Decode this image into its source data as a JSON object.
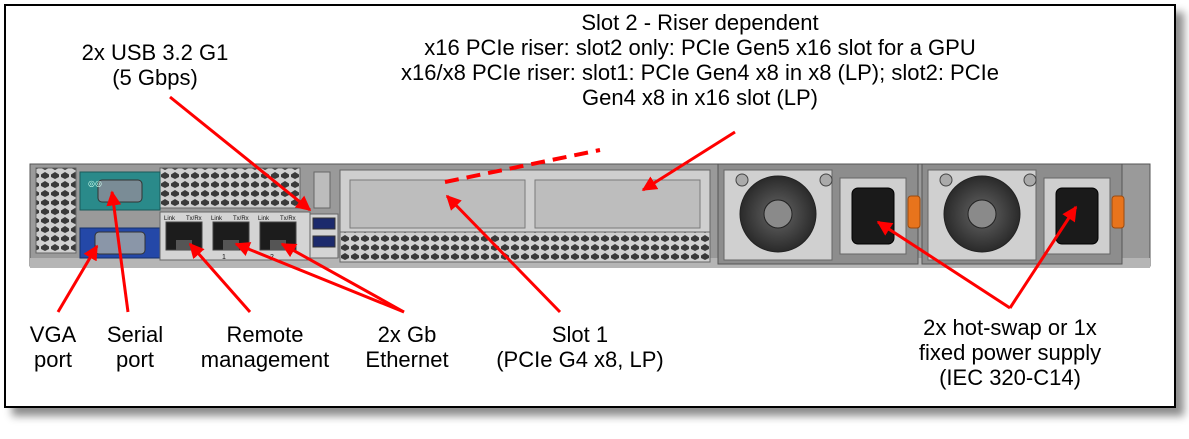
{
  "labels": {
    "slot2_title": "Slot 2 - Riser dependent",
    "slot2_line1": "x16 PCIe riser: slot2 only: PCIe Gen5 x16 slot for a GPU",
    "slot2_line2": "x16/x8 PCIe riser: slot1: PCIe Gen4 x8 in x8 (LP); slot2: PCIe",
    "slot2_line3": "Gen4 x8 in x16 slot (LP)",
    "usb_line1": "2x USB 3.2 G1",
    "usb_line2": "(5 Gbps)",
    "vga_line1": "VGA",
    "vga_line2": "port",
    "serial_line1": "Serial",
    "serial_line2": "port",
    "remote_line1": "Remote",
    "remote_line2": "management",
    "eth_line1": "2x Gb",
    "eth_line2": "Ethernet",
    "slot1_line1": "Slot 1",
    "slot1_line2": "(PCIe G4 x8,  LP)",
    "psu_line1": "2x hot-swap or 1x",
    "psu_line2": "fixed power supply",
    "psu_line3": "(IEC 320-C14)"
  },
  "port_markings": {
    "link": "Link",
    "txrx": "Tx/Rx",
    "port1": "1",
    "port2": "2"
  },
  "colors": {
    "arrow": "#ff0000",
    "chassis": "#8f8f8f",
    "serial_port": "#2a8a8a",
    "vga_port": "#2448a8",
    "psu_latch": "#e8741c"
  }
}
